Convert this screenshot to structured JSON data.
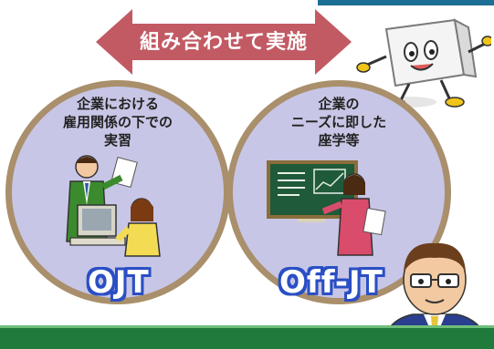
{
  "arrow": {
    "label": "組み合わせて実施",
    "color": "#c25a63"
  },
  "left_circle": {
    "caption": "企業における\n雇用関係の下での\n実習",
    "badge": "OJT"
  },
  "right_circle": {
    "caption": "企業の\nニーズに即した\n座学等",
    "badge": "Off-JT"
  },
  "colors": {
    "circle_fill": "#c8c6e6",
    "circle_border": "#a98f6b",
    "badge_blue": "#2a4fc4",
    "footer_green": "#1e7b3c"
  },
  "icons": [
    "mascot-icon",
    "worker-computer-icon",
    "teacher-blackboard-icon",
    "businessman-icon"
  ]
}
